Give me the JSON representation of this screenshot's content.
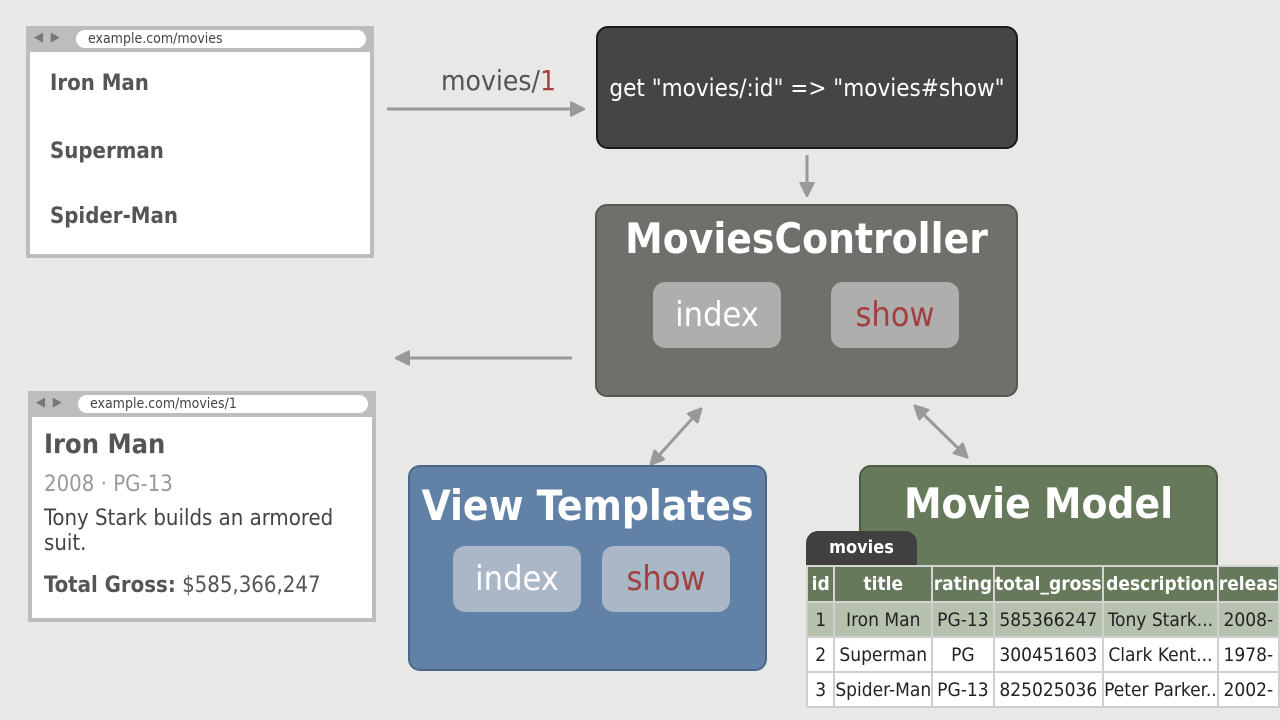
{
  "browser1": {
    "url": "example.com/movies",
    "nav": "◀ ▶",
    "movies": [
      "Iron Man",
      "Superman",
      "Spider-Man"
    ]
  },
  "request": {
    "path": "movies/",
    "id": "1"
  },
  "route": {
    "text": "get \"movies/:id\" => \"movies#show\""
  },
  "controller": {
    "title": "MoviesController",
    "actions": [
      "index",
      "show"
    ]
  },
  "views": {
    "title": "View Templates",
    "templates": [
      "index",
      "show"
    ]
  },
  "model": {
    "title": "Movie Model",
    "table_name": "movies",
    "columns": [
      "id",
      "title",
      "rating",
      "total_gross",
      "description",
      "releas"
    ],
    "rows": [
      [
        "1",
        "Iron Man",
        "PG-13",
        "585366247",
        "Tony Stark...",
        "2008-"
      ],
      [
        "2",
        "Superman",
        "PG",
        "300451603",
        "Clark Kent...",
        "1978-"
      ],
      [
        "3",
        "Spider-Man",
        "PG-13",
        "825025036",
        "Peter Parker..",
        "2002-"
      ]
    ]
  },
  "browser2": {
    "url": "example.com/movies/1",
    "nav": "◀ ▶",
    "title": "Iron Man",
    "meta": "2008 · PG-13",
    "description": "Tony Stark builds an armored suit.",
    "gross_label": "Total Gross:",
    "gross_value": "$585,366,247"
  },
  "colors": {
    "accent_red": "#a24040",
    "controller": "#6f6f6b",
    "views": "#6181a6",
    "model": "#66795a",
    "route": "#454545"
  }
}
